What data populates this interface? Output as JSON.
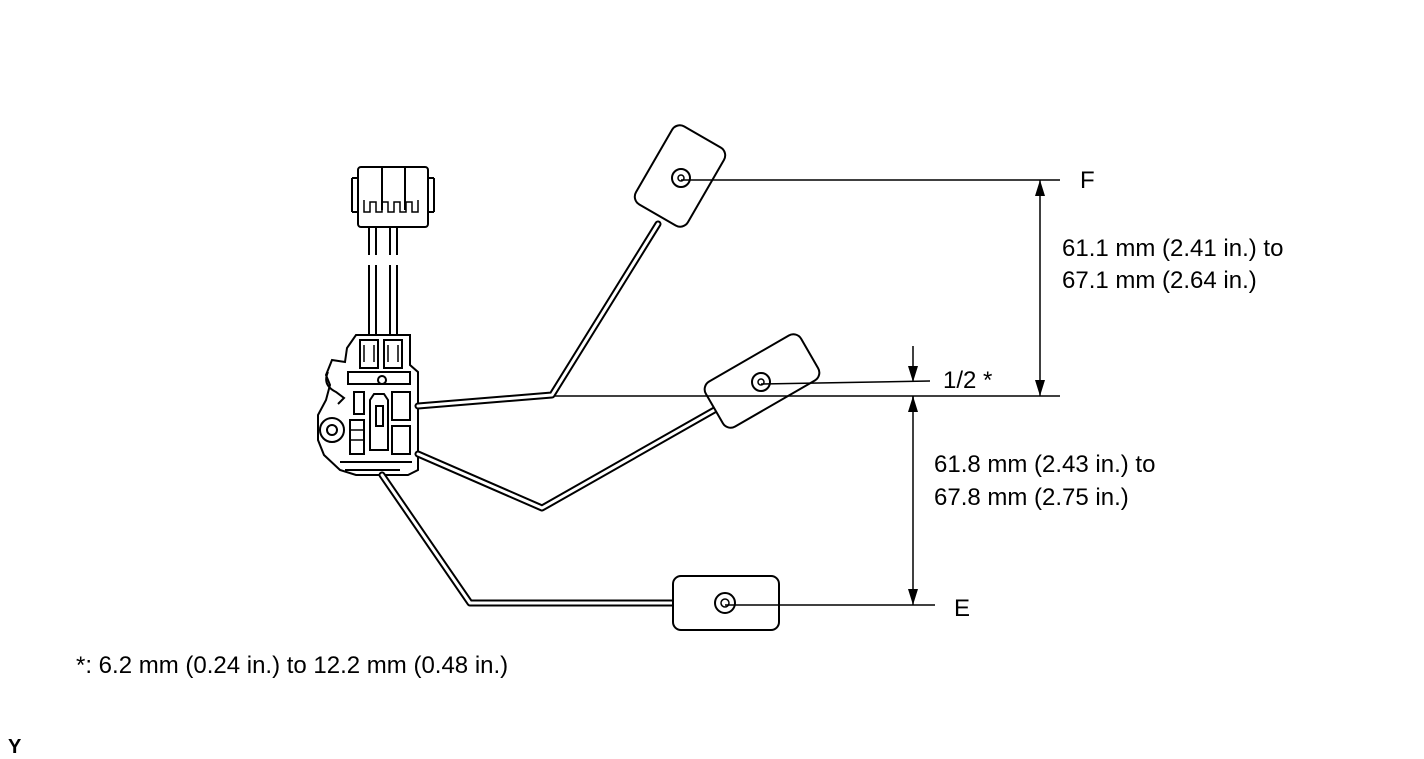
{
  "labels": {
    "full": "F",
    "empty": "E",
    "half": "1/2 *"
  },
  "dimensions": {
    "upper_line1": "61.1 mm (2.41 in.) to",
    "upper_line2": "67.1 mm (2.64 in.)",
    "lower_line1": "61.8 mm (2.43 in.) to",
    "lower_line2": "67.8 mm (2.75 in.)"
  },
  "footnote": "*: 6.2 mm (0.24 in.) to 12.2 mm (0.48 in.)",
  "figure_code": "Y"
}
